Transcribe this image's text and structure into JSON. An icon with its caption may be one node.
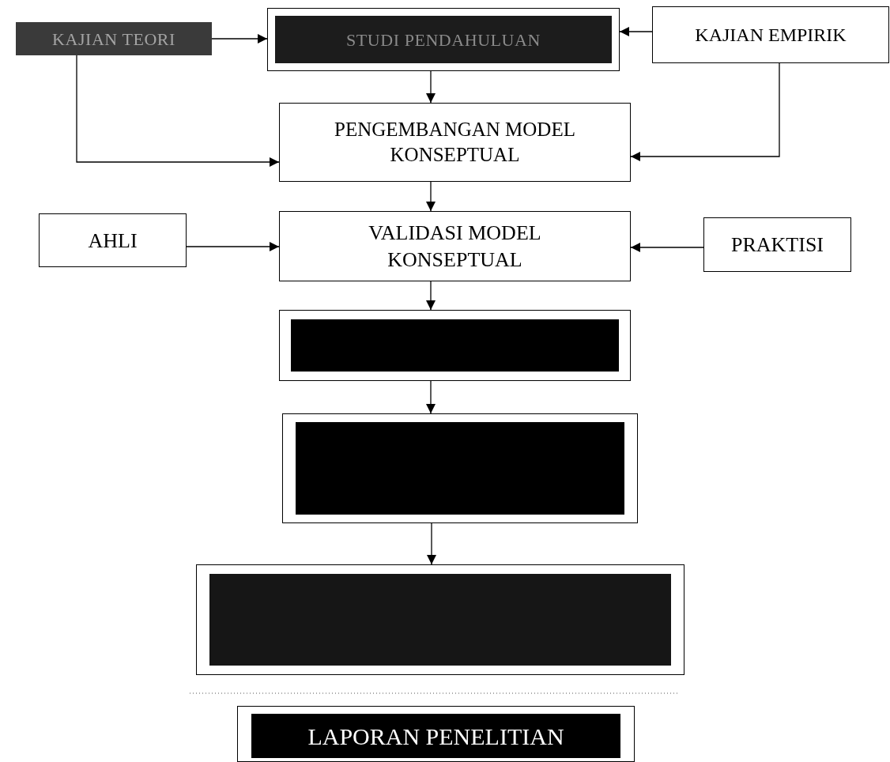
{
  "diagram": {
    "nodes": [
      {
        "text": [
          "KAJIAN TEORI"
        ]
      },
      {
        "text": [
          "STUDI PENDAHULUAN"
        ]
      },
      {
        "text": [
          "KAJIAN EMPIRIK"
        ]
      },
      {
        "text": [
          "PENGEMBANGAN MODEL KONSEPTUAL"
        ]
      },
      {
        "text": [
          "AHLI"
        ]
      },
      {
        "text": [
          "VALIDASI MODEL KONSEPTUAL"
        ]
      },
      {
        "text": [
          "PRAKTISI"
        ]
      },
      {
        "text": [],
        "shape": "box"
      },
      {
        "text": [],
        "shape": "box"
      },
      {
        "text": [],
        "shape": "box"
      },
      {
        "text": [
          "LAPORAN PENELITIAN"
        ]
      }
    ],
    "edges": [
      {
        "from": 0,
        "to": 1,
        "arrow": "to"
      },
      {
        "from": 2,
        "to": 1,
        "arrow": "to"
      },
      {
        "from": 1,
        "to": 3,
        "arrow": "to"
      },
      {
        "from": 0,
        "to": 3,
        "arrow": "to"
      },
      {
        "from": 2,
        "to": 3,
        "arrow": "to"
      },
      {
        "from": 3,
        "to": 5,
        "arrow": "to"
      },
      {
        "from": 4,
        "to": 5,
        "arrow": "to"
      },
      {
        "from": 6,
        "to": 5,
        "arrow": "to"
      },
      {
        "from": 5,
        "to": 7,
        "arrow": "to"
      },
      {
        "from": 7,
        "to": 8,
        "arrow": "to"
      },
      {
        "from": 8,
        "to": 9,
        "arrow": "to"
      }
    ]
  }
}
